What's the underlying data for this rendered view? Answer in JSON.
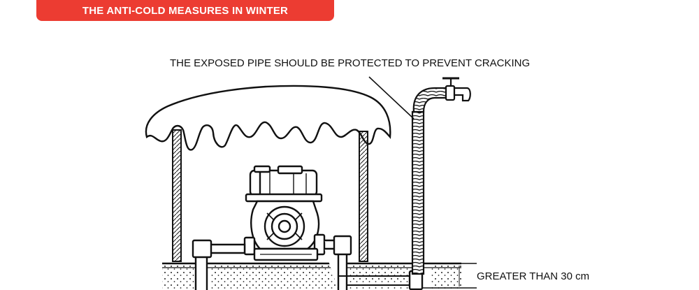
{
  "header": {
    "title": "THE ANTI-COLD MEASURES IN WINTER"
  },
  "diagram": {
    "pipe_callout": "THE EXPOSED PIPE SHOULD BE PROTECTED TO PREVENT CRACKING",
    "depth_label": "GREATER THAN 30 cm"
  },
  "colors": {
    "banner": "#ec3c32",
    "ink": "#111111",
    "background": "#ffffff"
  }
}
